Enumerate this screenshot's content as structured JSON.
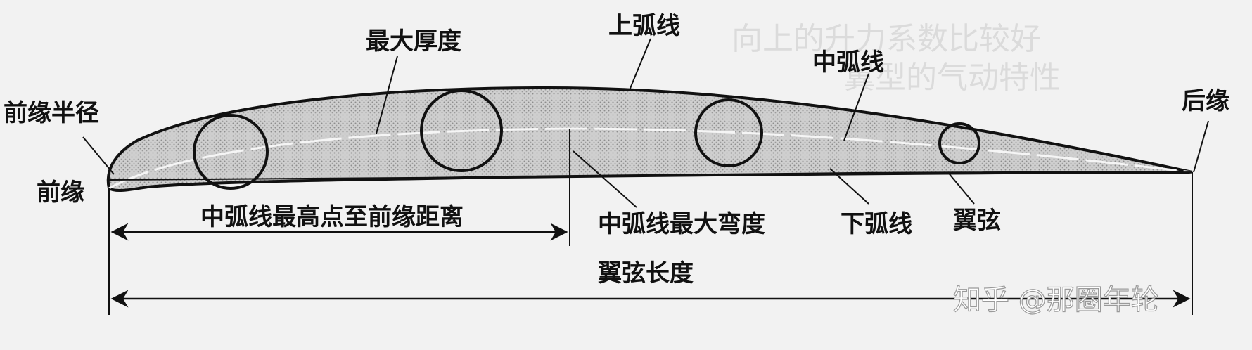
{
  "labels": {
    "leading_edge_radius": "前缘半径",
    "leading_edge": "前缘",
    "max_thickness": "最大厚度",
    "upper_surface": "上弧线",
    "mean_camber_line": "中弧线",
    "trailing_edge": "后缘",
    "max_camber_position": "中弧线最高点至前缘距离",
    "max_camber": "中弧线最大弯度",
    "lower_surface": "下弧线",
    "chord": "翼弦",
    "chord_length": "翼弦长度"
  },
  "watermark": "知乎 @那圈年轮",
  "colors": {
    "airfoil_fill": "#bdbdbd",
    "line": "#111111",
    "background": "#f2f2f2"
  }
}
